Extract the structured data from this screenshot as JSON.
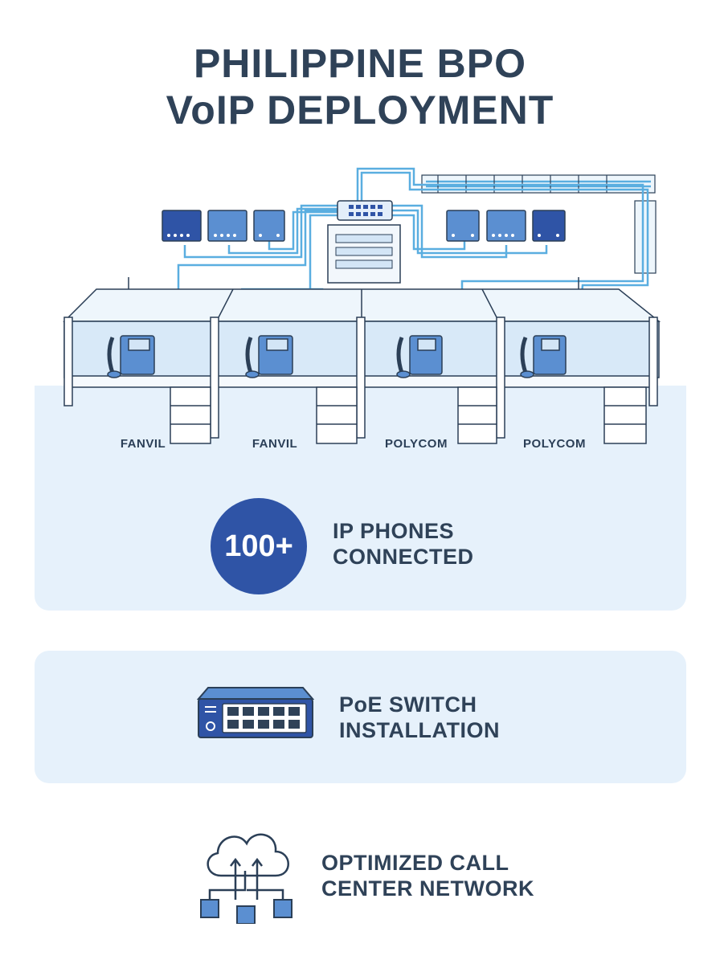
{
  "title": {
    "line1": "PHILIPPINE BPO",
    "line2": "VoIP DEPLOYMENT"
  },
  "desks": [
    {
      "brand": "FANVIL"
    },
    {
      "brand": "FANVIL"
    },
    {
      "brand": "POLYCOM"
    },
    {
      "brand": "POLYCOM"
    }
  ],
  "stats": [
    {
      "badge": "100+",
      "line1": "IP PHONES",
      "line2": "CONNECTED"
    },
    {
      "line1": "PoE SWITCH",
      "line2": "INSTALLATION",
      "icon": "poe-switch-icon"
    },
    {
      "line1": "OPTIMIZED CALL",
      "line2": "CENTER NETWORK",
      "icon": "cloud-network-icon"
    }
  ],
  "colors": {
    "title": "#2f4258",
    "accent": "#2f54a6",
    "cable": "#5aaee0",
    "panel": "#e6f1fb",
    "outline": "#2b3f57"
  }
}
